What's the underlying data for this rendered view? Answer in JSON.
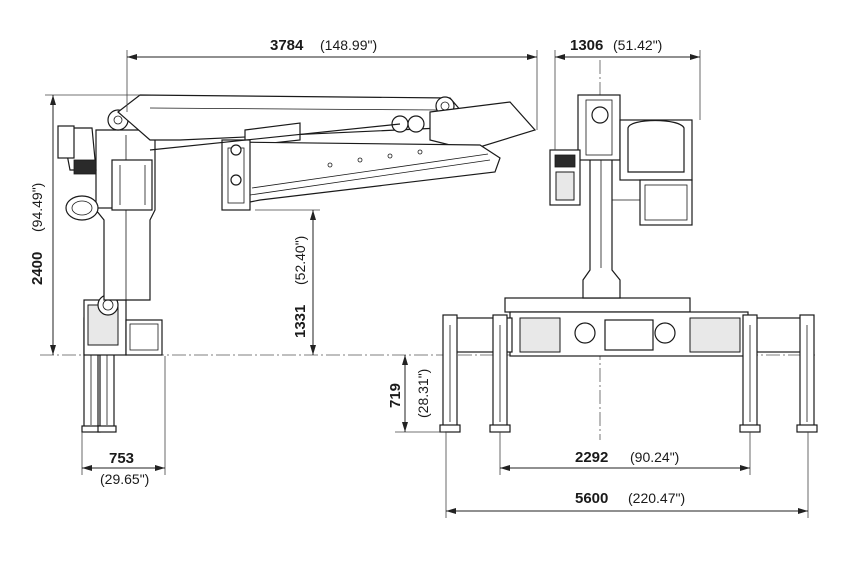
{
  "dimensions": {
    "overall_reach": {
      "value": "3784",
      "imperial": "(148.99\")"
    },
    "column_width": {
      "value": "1306",
      "imperial": "(51.42\")"
    },
    "total_height": {
      "value": "2400",
      "imperial": "(94.49\")"
    },
    "base_height": {
      "value": "1331",
      "imperial": "(52.40\")"
    },
    "leg_extension": {
      "value": "719",
      "imperial": "(28.31\")"
    },
    "base_depth": {
      "value": "753",
      "imperial": "(29.65\")"
    },
    "inner_spread": {
      "value": "2292",
      "imperial": "(90.24\")"
    },
    "outer_spread": {
      "value": "5600",
      "imperial": "(220.47\")"
    }
  }
}
